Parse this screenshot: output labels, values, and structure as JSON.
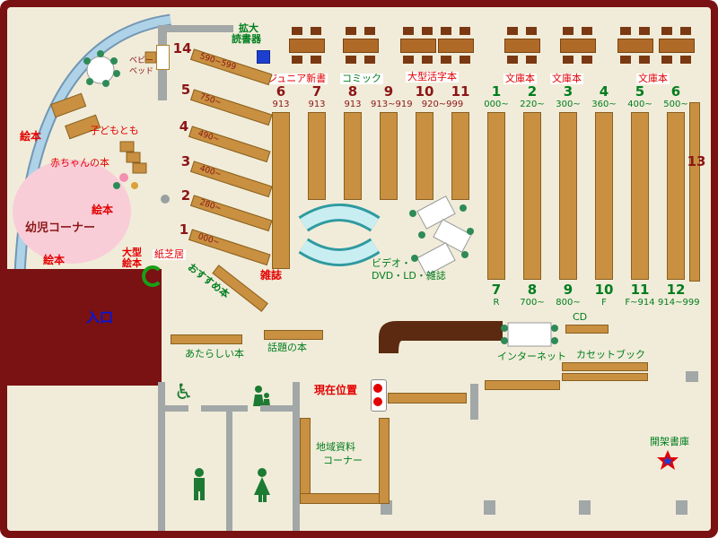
{
  "colors": {
    "outer_wall": "#7a1113",
    "shelf": "#c89040",
    "glass_wall": "#a9cfe3",
    "kids_pink": "#f8cdd8",
    "sofa_cyan": "#c9eef2",
    "accent_red": "#e30000",
    "accent_green": "#007d1f",
    "number_dark_red": "#8b1616",
    "entrance_blue": "#0016e0",
    "device_blue": "#1d3fcf"
  },
  "entrance_label": "入口",
  "kids": {
    "corner": "幼児コーナー",
    "ehon_a": "絵本",
    "ehon_b": "絵本",
    "ehon_c": "絵本",
    "baby_books": "赤ちゃんの本",
    "kodomo_books": "子どもとも",
    "baby_bed_l1": "ベビー",
    "baby_bed_l2": "ベッド",
    "large_ehon_l1": "大型",
    "large_ehon_l2": "絵本",
    "kamishibai": "紙芝居"
  },
  "diagonal_shelves": [
    {
      "num": "14",
      "range": "590~599"
    },
    {
      "num": "5",
      "range": "750~"
    },
    {
      "num": "4",
      "range": "490~"
    },
    {
      "num": "3",
      "range": "400~"
    },
    {
      "num": "2",
      "range": "280~"
    },
    {
      "num": "1",
      "range": "000~"
    }
  ],
  "recommended": "おすすめ本",
  "top_area": {
    "magnifier_l1": "拡大",
    "magnifier_l2": "読書器",
    "junior_shinsho": "ジュニア新書",
    "comic": "コミック",
    "large_print": "大型活字本",
    "bunko_a": "文庫本",
    "bunko_b": "文庫本",
    "bunko_c": "文庫本"
  },
  "stacks": {
    "red": [
      {
        "num": "6",
        "range": "913"
      },
      {
        "num": "7",
        "range": "913"
      },
      {
        "num": "8",
        "range": "913"
      },
      {
        "num": "9",
        "range": "913~919"
      },
      {
        "num": "10",
        "range": "920~999"
      },
      {
        "num": "11",
        "range": ""
      }
    ],
    "green_top": [
      {
        "num": "1",
        "range": "000~"
      },
      {
        "num": "2",
        "range": "220~"
      },
      {
        "num": "3",
        "range": "300~"
      },
      {
        "num": "4",
        "range": "360~"
      },
      {
        "num": "5",
        "range": "400~"
      },
      {
        "num": "6",
        "range": "500~"
      }
    ],
    "green_bottom": [
      {
        "num": "7",
        "range": "R"
      },
      {
        "num": "8",
        "range": "700~"
      },
      {
        "num": "9",
        "range": "800~"
      },
      {
        "num": "10",
        "range": "F"
      },
      {
        "num": "11",
        "range": "F~914"
      },
      {
        "num": "12",
        "range": "914~999"
      }
    ],
    "wall_number": "13"
  },
  "center_area": {
    "magazines": "雑誌",
    "av_l1": "ビデオ・",
    "av_l2": "DVD・LD・雑誌",
    "cd": "CD",
    "internet": "インターネット",
    "cassette": "カセットブック",
    "new_books": "あたらしい本",
    "topic_books": "話題の本",
    "you_are_here": "現在位置"
  },
  "bottom_area": {
    "local_l1": "地域資料",
    "local_l2": "コーナー",
    "closed_stacks": "開架書庫"
  },
  "icons": {
    "wheelchair": "♿"
  }
}
